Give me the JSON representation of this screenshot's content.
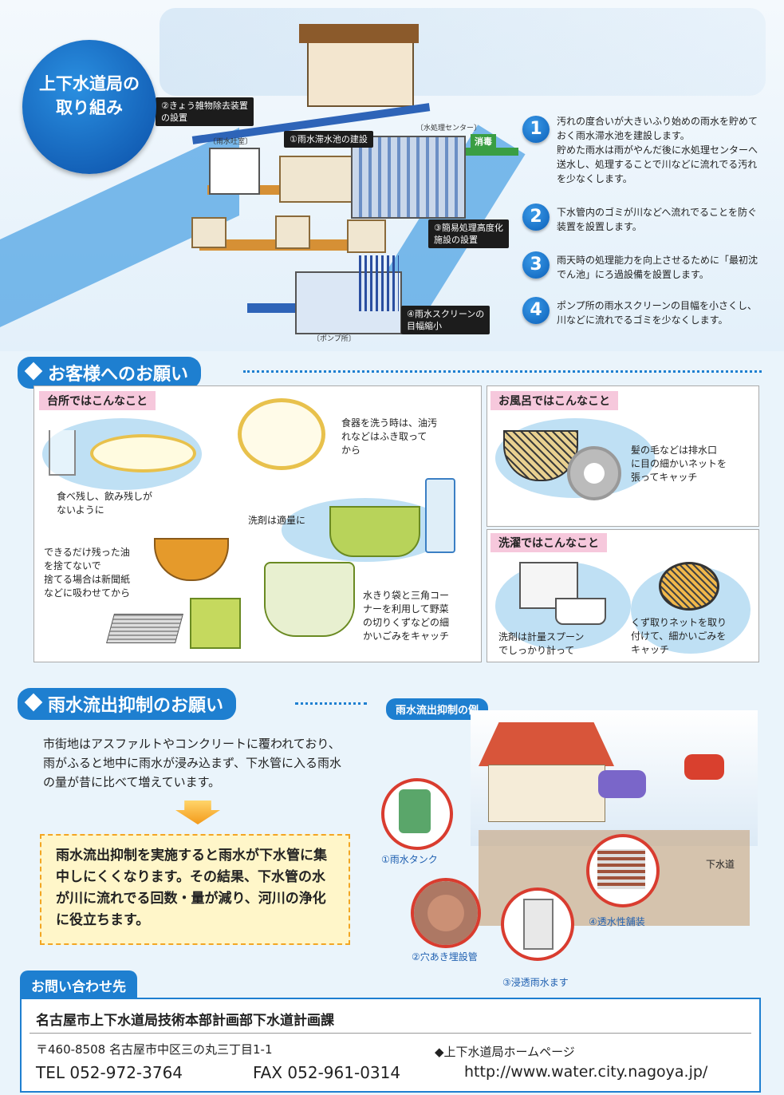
{
  "header": {
    "badge": "上下水道局の\n取り組み",
    "callouts": {
      "c1": "①雨水滞水池の建設",
      "c2": "②きょう雑物除去装置\nの設置",
      "c3": "③簡易処理高度化\n施設の設置",
      "c4": "④雨水スクリーンの\n目幅縮小"
    },
    "labels": {
      "discharge": "〔雨水吐室〕",
      "plant": "〔水処理センター〕",
      "pump": "〔ポンプ所〕",
      "disinfect": "消毒"
    }
  },
  "measures": [
    {
      "num": "1",
      "text": "汚れの度合いが大きいふり始めの雨水を貯めておく雨水滞水池を建設します。\n貯めた雨水は雨がやんだ後に水処理センターへ送水し、処理することで川などに流れでる汚れを少なくします。"
    },
    {
      "num": "2",
      "text": "下水管内のゴミが川などへ流れでることを防ぐ装置を設置します。"
    },
    {
      "num": "3",
      "text": "雨天時の処理能力を向上させるために「最初沈でん池」にろ過設備を設置します。"
    },
    {
      "num": "4",
      "text": "ポンプ所の雨水スクリーンの目幅を小さくし、川などに流れでるゴミを少なくします。"
    }
  ],
  "request": {
    "title": "お客様へのお願い",
    "kitchen": {
      "tag": "台所ではこんなこと",
      "t1": "食べ残し、飲み残しが\nないように",
      "t2": "食器を洗う時は、油汚\nれなどはふき取って\nから",
      "t3": "洗剤は適量に",
      "t4": "できるだけ残った油\nを捨てないで\n捨てる場合は新聞紙\nなどに吸わせてから",
      "t5": "水きり袋と三角コー\nナーを利用して野菜\nの切りくずなどの細\nかいごみをキャッチ"
    },
    "bath": {
      "tag": "お風呂ではこんなこと",
      "t1": "髪の毛などは排水口\nに目の細かいネットを\n張ってキャッチ"
    },
    "laundry": {
      "tag": "洗濯ではこんなこと",
      "t1": "洗剤は計量スプーン\nでしっかり計って",
      "t2": "くず取りネットを取り\n付けて、細かいごみを\nキャッチ"
    }
  },
  "runoff": {
    "title": "雨水流出抑制のお願い",
    "intro": "市街地はアスファルトやコンクリートに覆われており、雨がふると地中に雨水が浸み込まず、下水管に入る雨水の量が昔に比べて増えています。",
    "result": "雨水流出抑制を実施すると雨水が下水管に集中しにくくなります。その結果、下水管の水が川に流れでる回数・量が減り、河川の浄化に役立ちます。",
    "example_tag": "雨水流出抑制の例",
    "items": {
      "i1": "①雨水タンク",
      "i2": "②穴あき埋設管",
      "i3": "③浸透雨水ます",
      "i4": "④透水性舗装",
      "sewer": "下水道"
    }
  },
  "contact": {
    "tab": "お問い合わせ先",
    "org": "名古屋市上下水道局技術本部計画部下水道計画課",
    "address": "〒460-8508 名古屋市中区三の丸三丁目1-1",
    "tel": "TEL 052-972-3764",
    "fax": "FAX 052-961-0314",
    "hp_label": "◆上下水道局ホームページ",
    "url": "http://www.water.city.nagoya.jp/"
  },
  "colors": {
    "accent": "#1e7fd0",
    "pink": "#f6c8dc",
    "yellow": "#fff6c9"
  }
}
